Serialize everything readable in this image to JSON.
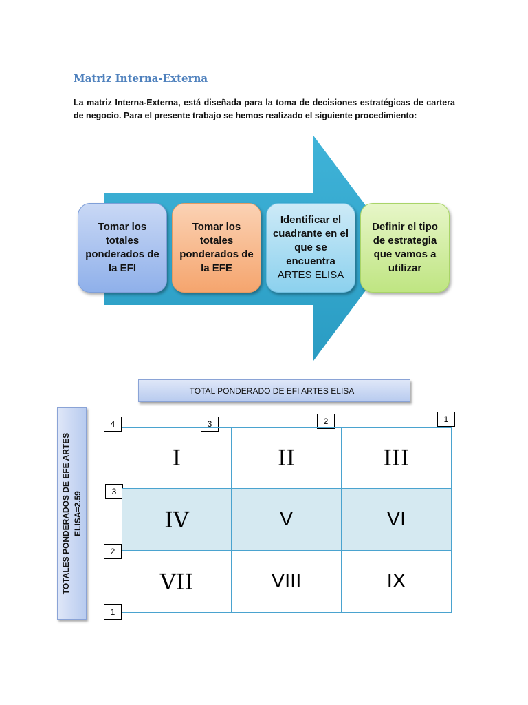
{
  "title": "Matriz Interna-Externa",
  "intro": "La matriz Interna-Externa, está diseñada para la toma de decisiones estratégicas de cartera de negocio. Para el presente trabajo se hemos realizado el siguiente procedimiento:",
  "steps": [
    {
      "text": "Tomar los totales ponderados de la EFI",
      "color": "#8fb0ea"
    },
    {
      "text": "Tomar los totales ponderados de la EFE",
      "color": "#f5a56e"
    },
    {
      "text": "Identificar el cuadrante en el que se encuentra",
      "extra": "ARTES ELISA",
      "color": "#8cd1ee"
    },
    {
      "text": "Definir el tipo de estrategia que vamos a utilizar",
      "color": "#bfe582"
    }
  ],
  "arrow_color": "#31a8cf",
  "matrix": {
    "efi_header": "TOTAL PONDERADO DE EFI ARTES ELISA=",
    "efe_label": "TOTALES PONDERADOS DE EFE ARTES ELISA=2.59",
    "x_ticks": [
      "4",
      "3",
      "2",
      "1"
    ],
    "y_ticks": [
      "3",
      "2",
      "1"
    ],
    "cells": [
      "I",
      "II",
      "III",
      "IV",
      "V",
      "VI",
      "VII",
      "VIII",
      "IX"
    ],
    "shaded_row_color": "#d5e9f1",
    "grid_color": "#4aa3cf"
  }
}
